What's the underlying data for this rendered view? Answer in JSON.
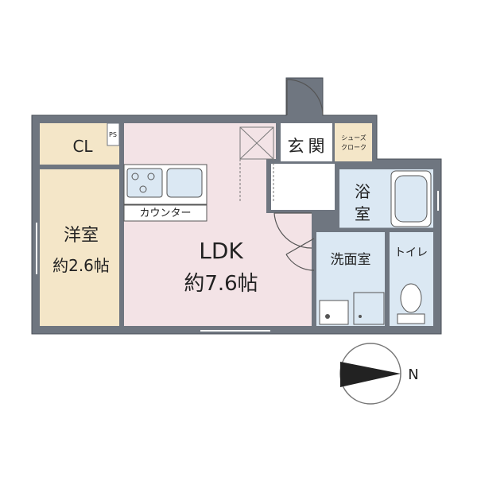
{
  "rooms": {
    "closet": "CL",
    "western_room": "洋室",
    "western_room_size": "約2.6帖",
    "ldk": "LDK",
    "ldk_size": "約7.6帖",
    "entrance_1": "玄",
    "entrance_2": "関",
    "shoes_closet_1": "シューズ",
    "shoes_closet_2": "クローク",
    "bath_1": "浴",
    "bath_2": "室",
    "washroom": "洗面室",
    "toilet": "トイレ",
    "counter": "カウンター",
    "ps": "PS"
  },
  "compass": {
    "north_label": "N"
  },
  "colors": {
    "wall": "#6f7680",
    "wall_border": "#4a4f57",
    "western": "#f4e6c8",
    "closet": "#f4e6c8",
    "ldk": "#f3e3e6",
    "wet": "#dbe8f3",
    "entrance": "#ffffff",
    "shoes": "#f4e6c8"
  }
}
